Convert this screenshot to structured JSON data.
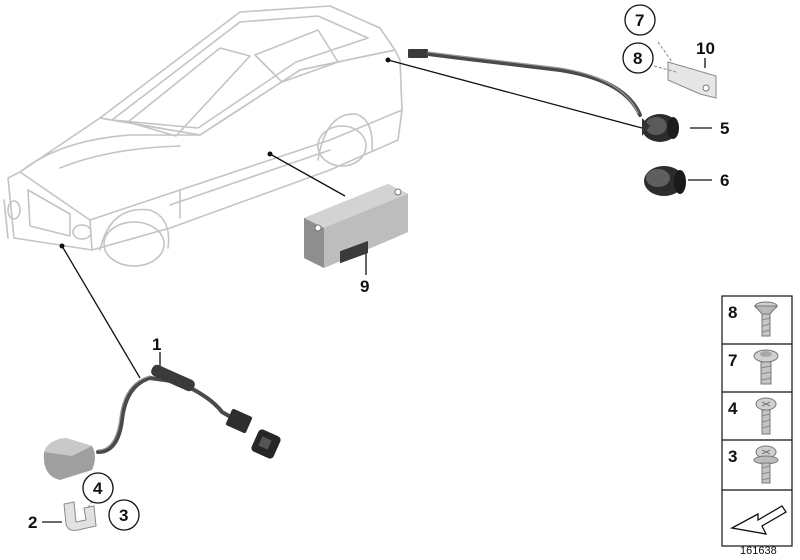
{
  "callouts": [
    {
      "id": "c1",
      "label": "1"
    },
    {
      "id": "c2",
      "label": "2"
    },
    {
      "id": "c3",
      "label": "3"
    },
    {
      "id": "c4",
      "label": "4"
    },
    {
      "id": "c5",
      "label": "5"
    },
    {
      "id": "c6",
      "label": "6"
    },
    {
      "id": "c7",
      "label": "7"
    },
    {
      "id": "c8",
      "label": "8"
    },
    {
      "id": "c9",
      "label": "9"
    },
    {
      "id": "c10",
      "label": "10"
    }
  ],
  "screw_table": [
    {
      "label": "8",
      "icon": "countersunk-screw-icon"
    },
    {
      "label": "7",
      "icon": "flange-screw-icon"
    },
    {
      "label": "4",
      "icon": "pan-head-screw-icon"
    },
    {
      "label": "3",
      "icon": "washer-screw-icon"
    }
  ],
  "drawing_number": "161638"
}
